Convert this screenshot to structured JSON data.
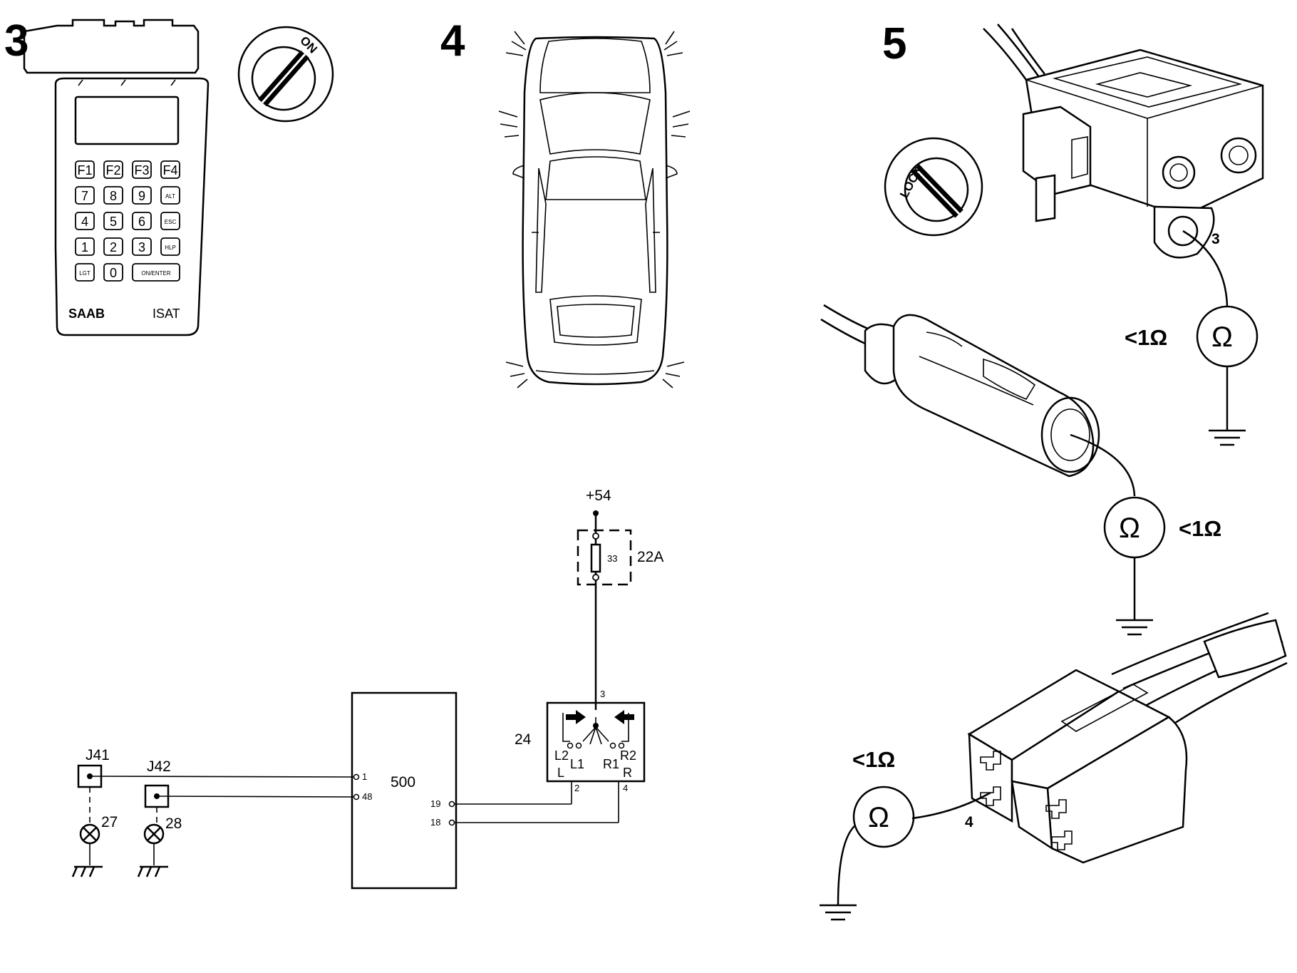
{
  "steps": {
    "step3": "3",
    "step4": "4",
    "step5": "5"
  },
  "isat_tool": {
    "brand": "SAAB",
    "model": "ISAT",
    "keys": [
      [
        "F1",
        "F2",
        "F3",
        "F4"
      ],
      [
        "7",
        "8",
        "9",
        "ALT"
      ],
      [
        "4",
        "5",
        "6",
        "ESC"
      ],
      [
        "1",
        "2",
        "3",
        "HLP"
      ],
      [
        "LGT",
        "0",
        "ON/ENTER"
      ]
    ]
  },
  "ignition": {
    "on_label": "ON",
    "lock_label": "LOCK"
  },
  "circuit": {
    "supply": "+54",
    "fuse_number": "33",
    "fuse_rating": "22A",
    "switch_id": "24",
    "switch_pin_top": "3",
    "switch_left_labels": [
      "L2",
      "L1",
      "L"
    ],
    "switch_right_labels": [
      "R1",
      "R2",
      "R"
    ],
    "switch_pin_bottom_left": "2",
    "switch_pin_bottom_right": "4",
    "control_unit": "500",
    "unit_pins": [
      "1",
      "48",
      "19",
      "18"
    ],
    "connectors": [
      "J41",
      "J42"
    ],
    "lamps": [
      "27",
      "28"
    ]
  },
  "measurements": {
    "ohm_symbol": "Ω",
    "reading": "<1Ω",
    "pin_a": "3",
    "pin_b": "4"
  }
}
